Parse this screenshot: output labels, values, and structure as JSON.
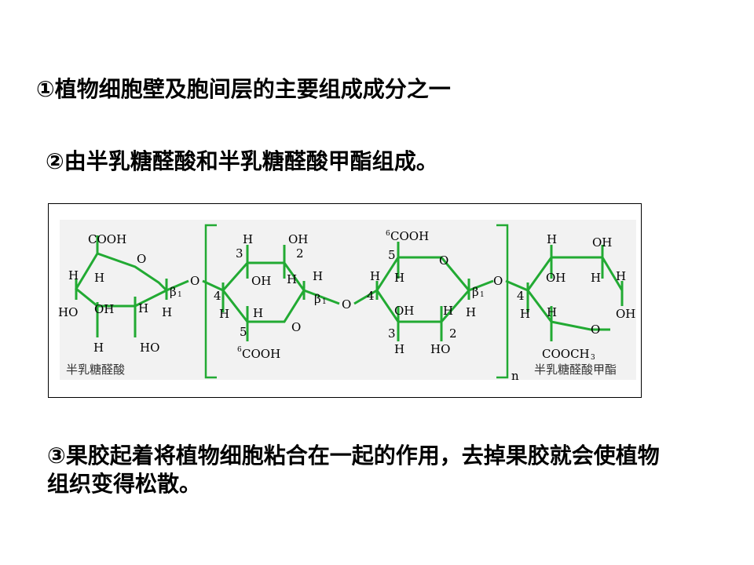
{
  "text": {
    "line1": "①植物细胞壁及胞间层的主要组成成分之一",
    "line2": "②由半乳糖醛酸和半乳糖醛酸甲酯组成。",
    "line3": "③果胶起着将植物细胞粘合在一起的作用，去掉果胶就会使植物组织变得松散。"
  },
  "diagram": {
    "bond_color": "#22aa33",
    "caption_left": "半乳糖醛酸",
    "caption_right": "半乳糖醛酸甲酯",
    "repeat_n": "n",
    "beta": "β",
    "beta_num": "1",
    "O": "O",
    "H": "H",
    "OH": "OH",
    "HO": "HO",
    "COOH": "COOH",
    "COOCH": "COOCH",
    "three": "3",
    "num2": "2",
    "num3": "3",
    "num4": "4",
    "num5": "5",
    "num6": "6"
  }
}
